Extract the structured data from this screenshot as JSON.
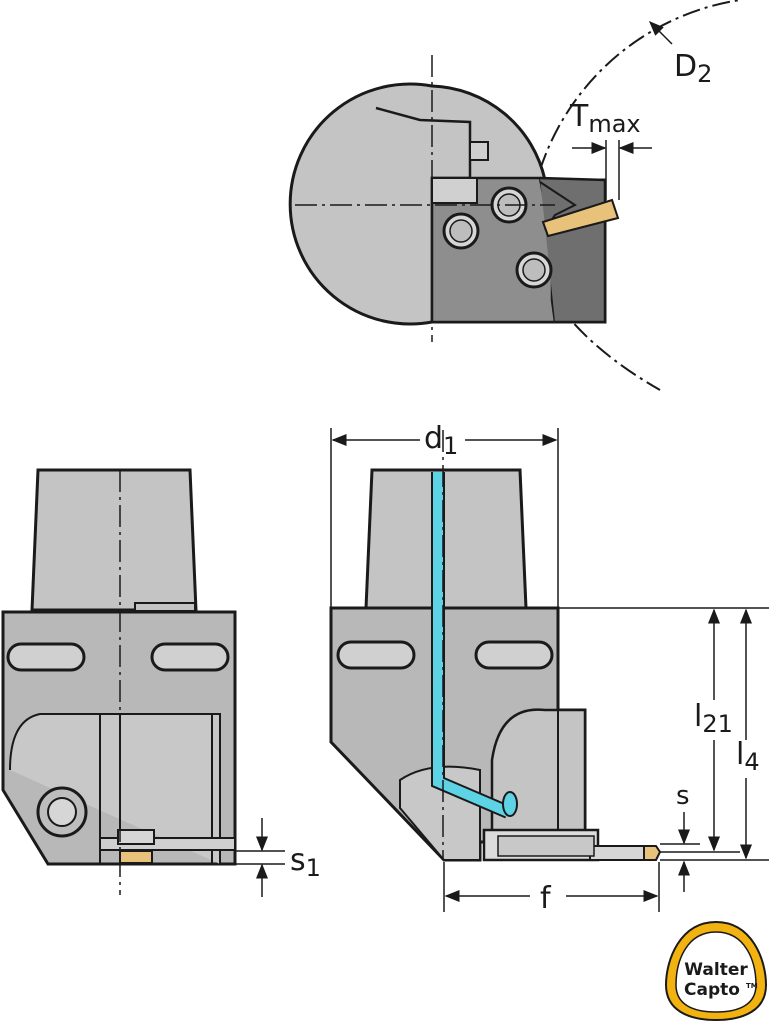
{
  "dimensions": {
    "d2": {
      "main": "D",
      "sub": "2"
    },
    "tmax": {
      "main": "T",
      "sub": "max"
    },
    "d1": {
      "main": "d",
      "sub": "1"
    },
    "l21": {
      "main": "l",
      "sub": "21"
    },
    "l4": {
      "main": "l",
      "sub": "4"
    },
    "s": "s",
    "s1": {
      "main": "s",
      "sub": "1"
    },
    "f": "f"
  },
  "logo": {
    "line1": "Walter",
    "line2": "Capto",
    "tm": "TM"
  },
  "colors": {
    "body_gray": "#bdbdbd",
    "dark_gray": "#8c8c8c",
    "light_gray": "#d4d4d4",
    "insert": "#e8c27a",
    "coolant": "#5fd3e6",
    "logo_ring": "#f2b311"
  }
}
